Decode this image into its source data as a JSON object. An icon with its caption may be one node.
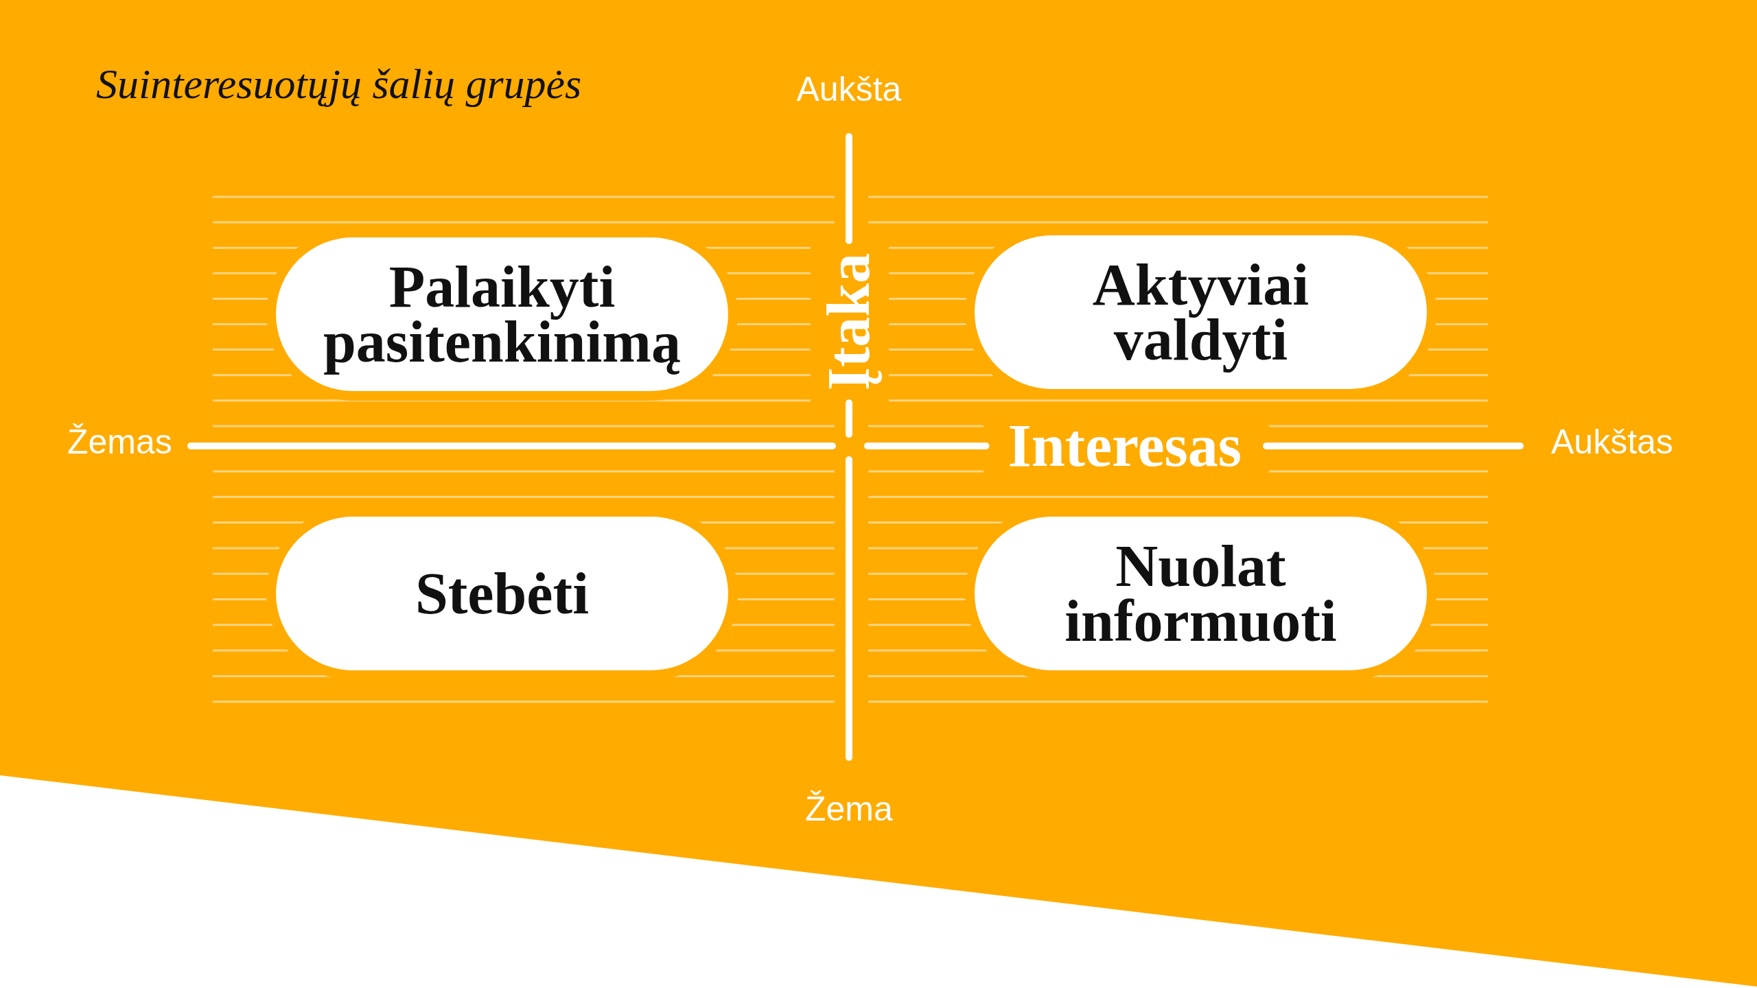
{
  "diagram": {
    "title": "Suinteresuotųjų šalių grupės",
    "nodes": [
      {
        "text": [
          "Palaikyti pasitenkinimą"
        ]
      },
      {
        "text": [
          "Aktyviai valdyti"
        ]
      },
      {
        "text": [
          "Stebėti"
        ]
      },
      {
        "text": [
          "Nuolat informuoti"
        ]
      }
    ],
    "labels": [
      "Aukšta",
      "Įtaka",
      "Žemas",
      "Interesas",
      "Aukštas",
      "Žema"
    ]
  }
}
